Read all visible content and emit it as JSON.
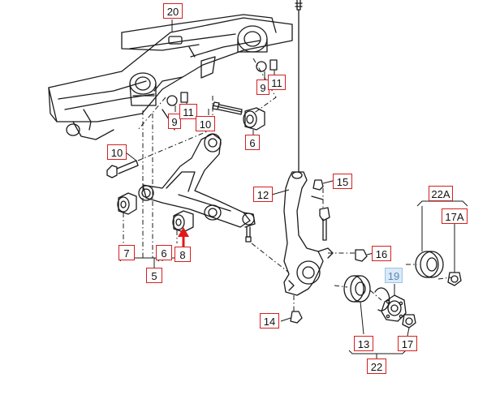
{
  "labels": {
    "l20": "20",
    "l9a": "9",
    "l11a": "11",
    "l9b": "9",
    "l11b": "11",
    "l10a": "10",
    "l6": "6",
    "l10b": "10",
    "l12": "12",
    "l15": "15",
    "l7": "7",
    "l6b": "6",
    "l8": "8",
    "l5": "5",
    "l16": "16",
    "l14": "14",
    "l19": "19",
    "l13": "13",
    "l17": "17",
    "l22": "22",
    "l22A": "22A",
    "l17A": "17A"
  },
  "colors": {
    "line": "#1a1a1a",
    "label_border": "#d42020",
    "highlight_fill": "#dbe9f7",
    "highlight_border": "#9cc3e6",
    "arrow": "#e01818"
  }
}
